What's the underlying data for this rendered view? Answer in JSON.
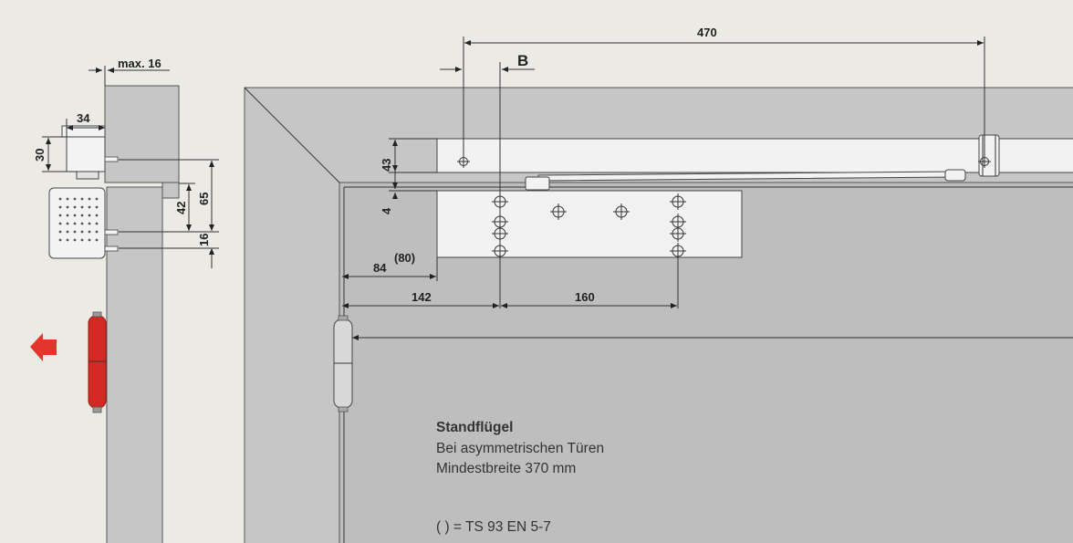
{
  "dimensions": {
    "top_span": "470",
    "offset_b": "B",
    "max_gap": "max. 16",
    "closer_width": "34",
    "closer_height": "30",
    "frame_height": "65",
    "bracket_offset": "42",
    "fixing_offset": "16",
    "rail_height": "43",
    "rail_gap": "4",
    "edge_distance": "84",
    "edge_distance_alt": "(80)",
    "hole_offset": "142",
    "hole_spacing": "160"
  },
  "notes": {
    "title": "Standflügel",
    "line1": "Bei asymmetrischen Türen",
    "line2": "Mindestbreite 370 mm",
    "legend": "( ) = TS 93 EN 5-7"
  },
  "colors": {
    "background": "#ebeae4",
    "wall": "#c6c6c6",
    "door_leaf": "#bebebe",
    "hardware": "#f2f2f2",
    "hinge_red": "#d42a24",
    "arrow_red": "#e4352c"
  }
}
